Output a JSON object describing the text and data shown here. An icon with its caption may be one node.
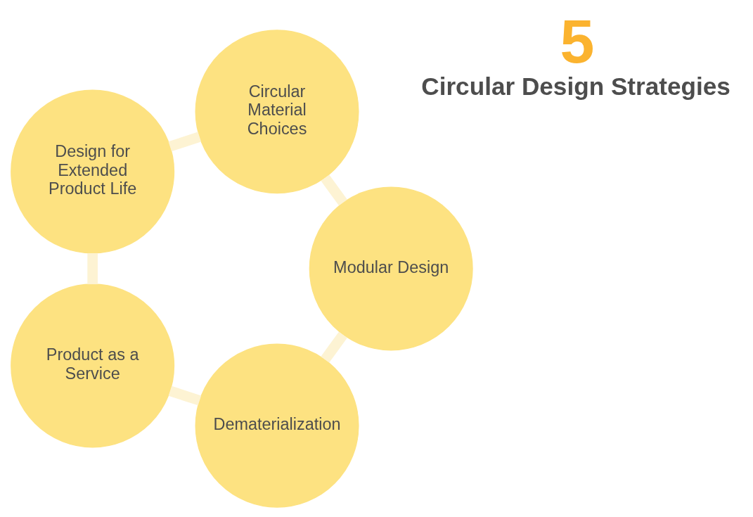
{
  "diagram": {
    "nodes": [
      {
        "text": [
          "Dematerialization"
        ]
      },
      {
        "text": [
          "Product as a Service"
        ]
      },
      {
        "text": [
          "Design for Extended Product Life"
        ]
      },
      {
        "text": [
          "Circular Material Choices"
        ]
      },
      {
        "text": [
          "Modular Design"
        ]
      }
    ],
    "edges": [
      {
        "from": 0,
        "to": 1,
        "arrow": "none"
      },
      {
        "from": 1,
        "to": 2,
        "arrow": "none"
      },
      {
        "from": 2,
        "to": 3,
        "arrow": "none"
      },
      {
        "from": 3,
        "to": 4,
        "arrow": "none"
      },
      {
        "from": 4,
        "to": 0,
        "arrow": "none"
      }
    ],
    "labels": [
      "5",
      "Circular Design Strategies"
    ]
  }
}
